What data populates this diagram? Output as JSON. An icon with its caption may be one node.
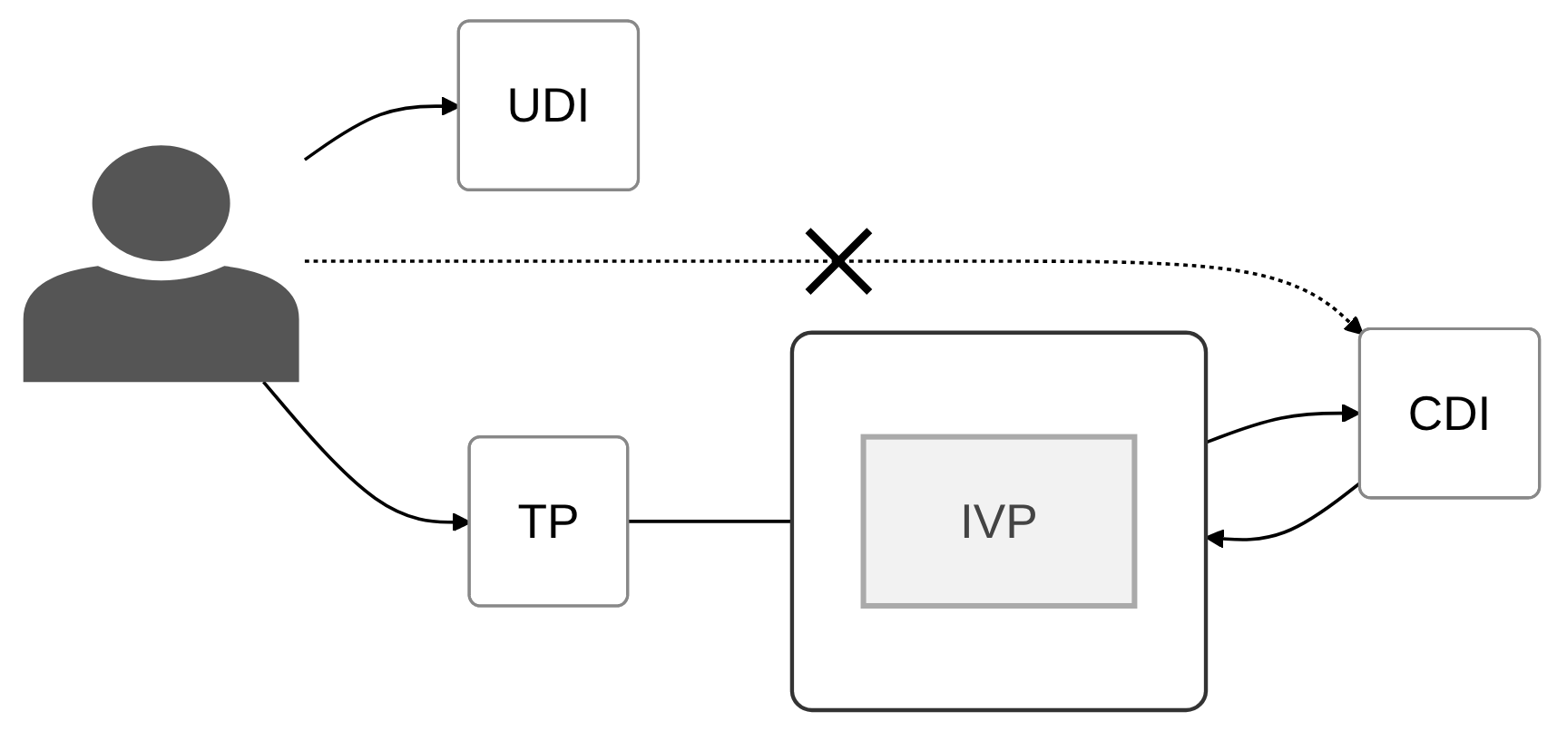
{
  "diagram": {
    "nodes": [
      {
        "text": [],
        "shape": "person"
      },
      {
        "text": [
          "UDI"
        ]
      },
      {
        "text": [
          "TP"
        ]
      },
      {
        "text": [],
        "shape": "box"
      },
      {
        "text": [
          "IVP"
        ],
        "in": 3
      },
      {
        "text": [
          "CDI"
        ]
      }
    ],
    "edges": [
      {
        "from": 0,
        "to": 1,
        "arrow": "to"
      },
      {
        "from": 0,
        "to": 2,
        "arrow": "to"
      },
      {
        "from": 2,
        "to": 3,
        "arrow": "none"
      },
      {
        "from": 3,
        "to": 5,
        "arrow": "to"
      },
      {
        "from": 5,
        "to": 3,
        "arrow": "to"
      },
      {
        "from": 0,
        "to": 5,
        "arrow": "to",
        "style": "dashed"
      }
    ]
  }
}
